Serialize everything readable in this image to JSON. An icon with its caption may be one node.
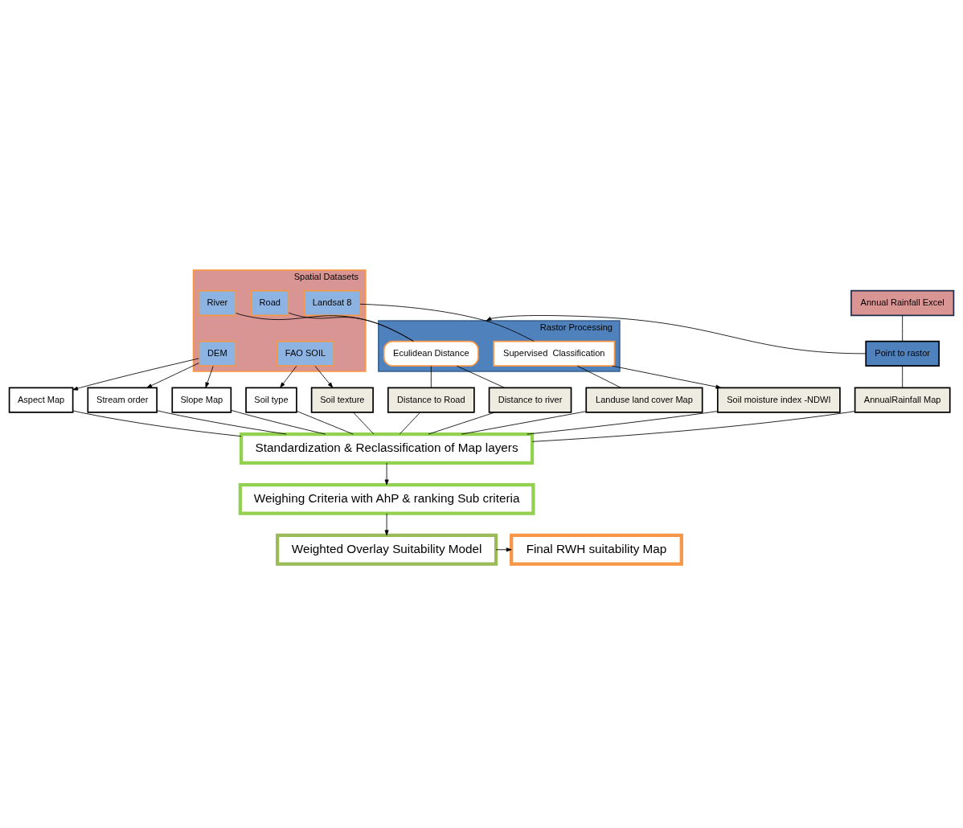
{
  "diagram": {
    "nodes": [
      {
        "text": [
          "Spatial Datasets"
        ]
      },
      {
        "text": [
          "DEM"
        ],
        "in": 0
      },
      {
        "text": [
          "Landsat 8"
        ],
        "in": 0
      },
      {
        "text": [
          "FAO SOIL"
        ],
        "in": 0
      },
      {
        "text": [
          "Road"
        ],
        "in": 0
      },
      {
        "text": [
          "River"
        ],
        "in": 0
      },
      {
        "text": [
          "Annual Rainfall Excel"
        ]
      },
      {
        "text": [
          "Rastor Processing"
        ]
      },
      {
        "text": [
          "Supervised  Classification"
        ],
        "in": 7
      },
      {
        "text": [
          "Eculidean Distance"
        ],
        "in": 7
      },
      {
        "text": [
          "Point to rastor"
        ]
      },
      {
        "text": [
          "Slope Map"
        ]
      },
      {
        "text": [
          "Aspect Map"
        ]
      },
      {
        "text": [
          "Stream order"
        ]
      },
      {
        "text": [
          "Landuse land cover Map"
        ]
      },
      {
        "text": [
          "Soil type"
        ]
      },
      {
        "text": [
          "Distance to Road"
        ]
      },
      {
        "text": [
          "Distance to river"
        ]
      },
      {
        "text": [
          "Soil moisture index -NDWI"
        ]
      },
      {
        "text": [
          "Soil texture"
        ]
      },
      {
        "text": [
          "AnnualRainfall Map"
        ]
      },
      {
        "text": [
          "Standardization & Reclassification of Map layers"
        ]
      },
      {
        "text": [
          "Weighing Criteria with AhP & ranking Sub criteria"
        ]
      },
      {
        "text": [
          "Weighted Overlay Suitability Model"
        ]
      },
      {
        "text": [
          "Final RWH suitability Map"
        ]
      }
    ],
    "edges": [
      {
        "from": 1,
        "to": 11,
        "arrow": "to"
      },
      {
        "from": 1,
        "to": 12,
        "arrow": "to"
      },
      {
        "from": 1,
        "to": 13,
        "arrow": "to"
      },
      {
        "from": 2,
        "to": 8,
        "arrow": "none"
      },
      {
        "from": 8,
        "to": 18,
        "arrow": "to"
      },
      {
        "from": 8,
        "to": 14,
        "arrow": "none"
      },
      {
        "from": 3,
        "to": 15,
        "arrow": "to"
      },
      {
        "from": 3,
        "to": 19,
        "arrow": "to"
      },
      {
        "from": 4,
        "to": 9,
        "arrow": "none"
      },
      {
        "from": 9,
        "to": 16,
        "arrow": "none"
      },
      {
        "from": 5,
        "to": 9,
        "arrow": "none"
      },
      {
        "from": 9,
        "to": 17,
        "arrow": "none"
      },
      {
        "from": 6,
        "to": 10,
        "arrow": "none"
      },
      {
        "from": 10,
        "to": 7,
        "arrow": "to"
      },
      {
        "from": 10,
        "to": 20,
        "arrow": "none"
      },
      {
        "from": 11,
        "to": 21,
        "arrow": "none"
      },
      {
        "from": 12,
        "to": 21,
        "arrow": "none"
      },
      {
        "from": 13,
        "to": 21,
        "arrow": "none"
      },
      {
        "from": 14,
        "to": 21,
        "arrow": "none"
      },
      {
        "from": 18,
        "to": 21,
        "arrow": "none"
      },
      {
        "from": 15,
        "to": 21,
        "arrow": "none"
      },
      {
        "from": 19,
        "to": 21,
        "arrow": "none"
      },
      {
        "from": 16,
        "to": 21,
        "arrow": "none"
      },
      {
        "from": 17,
        "to": 21,
        "arrow": "none"
      },
      {
        "from": 20,
        "to": 21,
        "arrow": "none"
      },
      {
        "from": 21,
        "to": 22,
        "arrow": "to"
      },
      {
        "from": 22,
        "to": 23,
        "arrow": "to"
      },
      {
        "from": 23,
        "to": 24,
        "arrow": "to"
      }
    ]
  }
}
